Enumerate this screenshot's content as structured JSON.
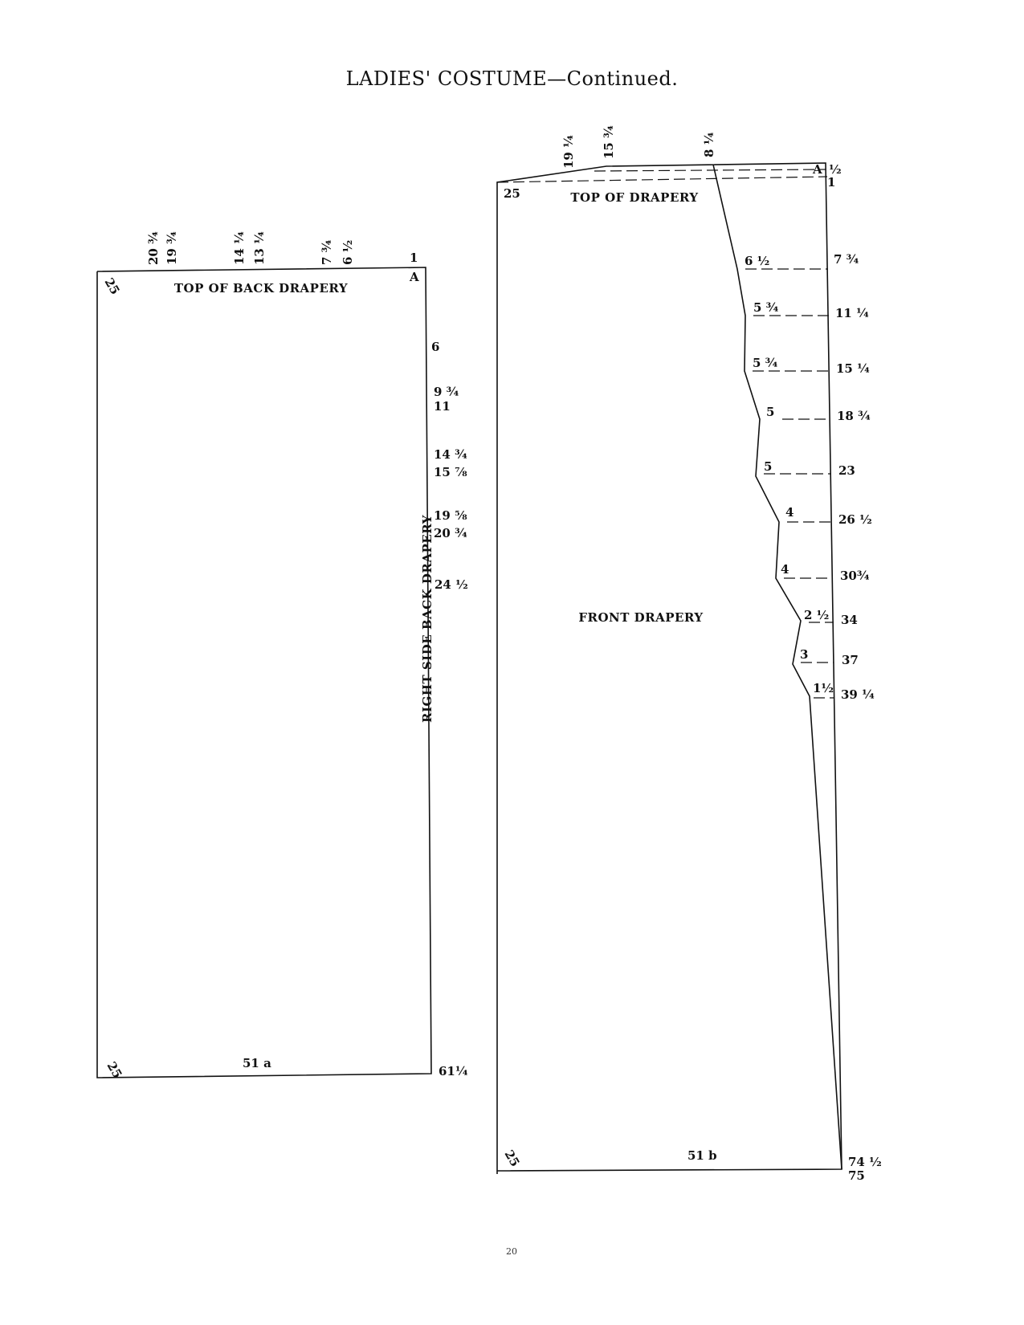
{
  "title": "LADIES' COSTUME—Continued.",
  "page_number": "20",
  "back_piece": {
    "top_caption": "TOP OF BACK DRAPERY",
    "side_caption": "RIGHT SIDE BACK DRAPERY",
    "piece_number": "51 a",
    "corner_top_left": "25",
    "corner_bottom_left": "25",
    "corner_top_right_letter": "A",
    "top_marks": [
      "20 ¾",
      "19 ¾",
      "14 ¼",
      "13 ¼",
      "7 ¾",
      "6 ½",
      "1"
    ],
    "side_marks": [
      "6",
      "9 ¾",
      "11",
      "14 ¾",
      "15 ⅞",
      "19 ⅝",
      "20 ¾",
      "24 ½"
    ],
    "bottom_right": "61¼"
  },
  "front_piece": {
    "top_caption": "TOP OF DRAPERY",
    "center_caption": "FRONT DRAPERY",
    "piece_number": "51 b",
    "corner_top_left": "25",
    "corner_bottom_left": "25",
    "corner_top_right_letter": "A",
    "top_marks": [
      "19 ¼",
      "15 ¾",
      "8 ¼"
    ],
    "top_right_marks": [
      "½",
      "1"
    ],
    "right_marks": [
      "7 ¾",
      "11 ¼",
      "15 ¼",
      "18 ¾",
      "23",
      "26 ½",
      "30¾",
      "34",
      "37",
      "39 ¼"
    ],
    "inner_marks": [
      "6 ½",
      "5 ¾",
      "5 ¾",
      "5",
      "5",
      "4",
      "4",
      "2 ½",
      "3",
      "1½"
    ],
    "bottom_right_marks": [
      "74 ½",
      "75"
    ]
  }
}
